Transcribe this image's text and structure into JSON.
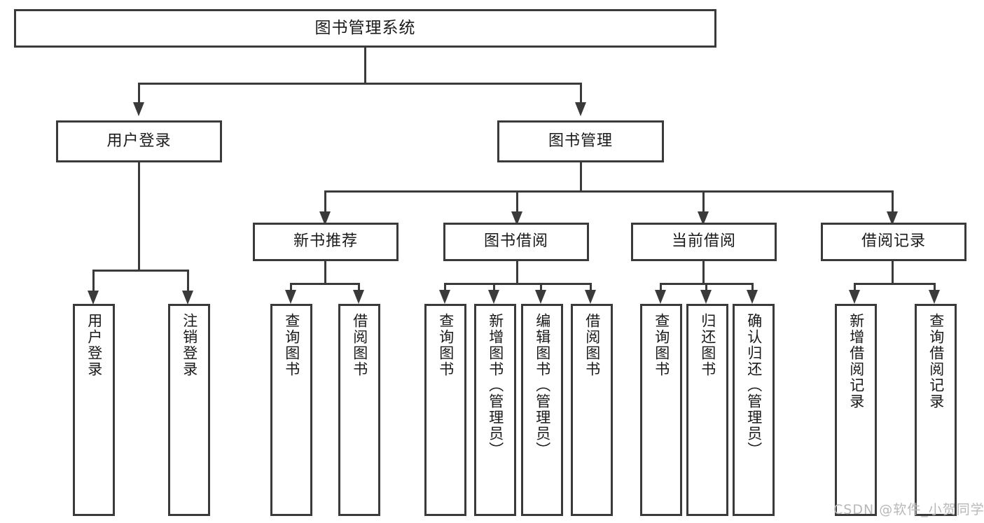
{
  "diagram": {
    "type": "tree-hierarchy-chart",
    "title_node": {
      "label": "图书管理系统"
    },
    "level2": [
      {
        "label": "用户登录"
      },
      {
        "label": "图书管理"
      }
    ],
    "level3": [
      {
        "label": "新书推荐"
      },
      {
        "label": "图书借阅"
      },
      {
        "label": "当前借阅"
      },
      {
        "label": "借阅记录"
      }
    ],
    "leaves": {
      "user_login": [
        {
          "label": "用户登录"
        },
        {
          "label": "注销登录"
        }
      ],
      "new_book_recommend": [
        {
          "label": "查询图书"
        },
        {
          "label": "借阅图书"
        }
      ],
      "book_borrow": [
        {
          "label": "查询图书"
        },
        {
          "label": "新增图书（管理员）"
        },
        {
          "label": "编辑图书（管理员）"
        },
        {
          "label": "借阅图书"
        }
      ],
      "current_borrow": [
        {
          "label": "查询图书"
        },
        {
          "label": "归还图书"
        },
        {
          "label": "确认归还（管理员）"
        }
      ],
      "borrow_record": [
        {
          "label": "新增借阅记录"
        },
        {
          "label": "查询借阅记录"
        }
      ]
    },
    "watermark": {
      "text": "CSDN @软件_小贺同学"
    },
    "colors": {
      "stroke": "#3a3a3a",
      "fill": "#ffffff",
      "text": "#1a1a1a",
      "watermark": "#b8b8b8"
    }
  }
}
